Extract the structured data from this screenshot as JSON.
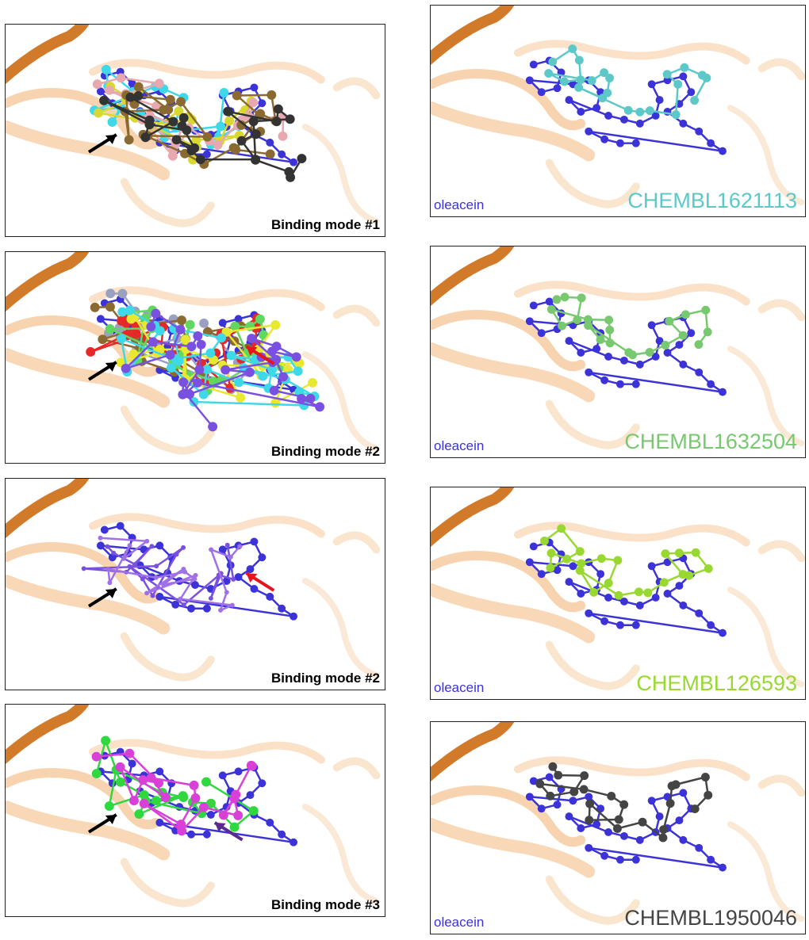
{
  "colors": {
    "protein": "#f0a860",
    "protein_dark": "#d07a2a",
    "oleacein": "#3b32d8",
    "arrow_black": "#000000",
    "arrow_red": "#e8141c",
    "arrow_purple": "#5a2a90"
  },
  "left_panels": [
    {
      "label": "Binding mode #1",
      "ligand_colors": [
        "#3fd8e8",
        "#d8d830",
        "#e8a8b0",
        "#8a6a30",
        "#333333"
      ],
      "arrows": [
        "black"
      ]
    },
    {
      "label": "Binding mode #2",
      "ligand_colors": [
        "#9aa0c0",
        "#8a6a30",
        "#e82828",
        "#60d860",
        "#e8e830",
        "#3fd8e8",
        "#7a50e0"
      ],
      "arrows": [
        "black",
        "red"
      ]
    },
    {
      "label": "Binding mode #2",
      "ligand_colors": [
        "#7a50e0",
        "#a070e8"
      ],
      "arrows": [
        "black",
        "red"
      ]
    },
    {
      "label": "Binding mode #3",
      "ligand_colors": [
        "#30d840",
        "#d840d8"
      ],
      "arrows": [
        "black",
        "purple"
      ]
    }
  ],
  "right_panels": [
    {
      "ligand": "oleacein",
      "compound": "CHEMBL1621113",
      "compound_color": "#5cc8c8"
    },
    {
      "ligand": "oleacein",
      "compound": "CHEMBL1632504",
      "compound_color": "#78c870"
    },
    {
      "ligand": "oleacein",
      "compound": "CHEMBL126593",
      "compound_color": "#98d830"
    },
    {
      "ligand": "oleacein",
      "compound": "CHEMBL1950046",
      "compound_color": "#444444"
    }
  ]
}
